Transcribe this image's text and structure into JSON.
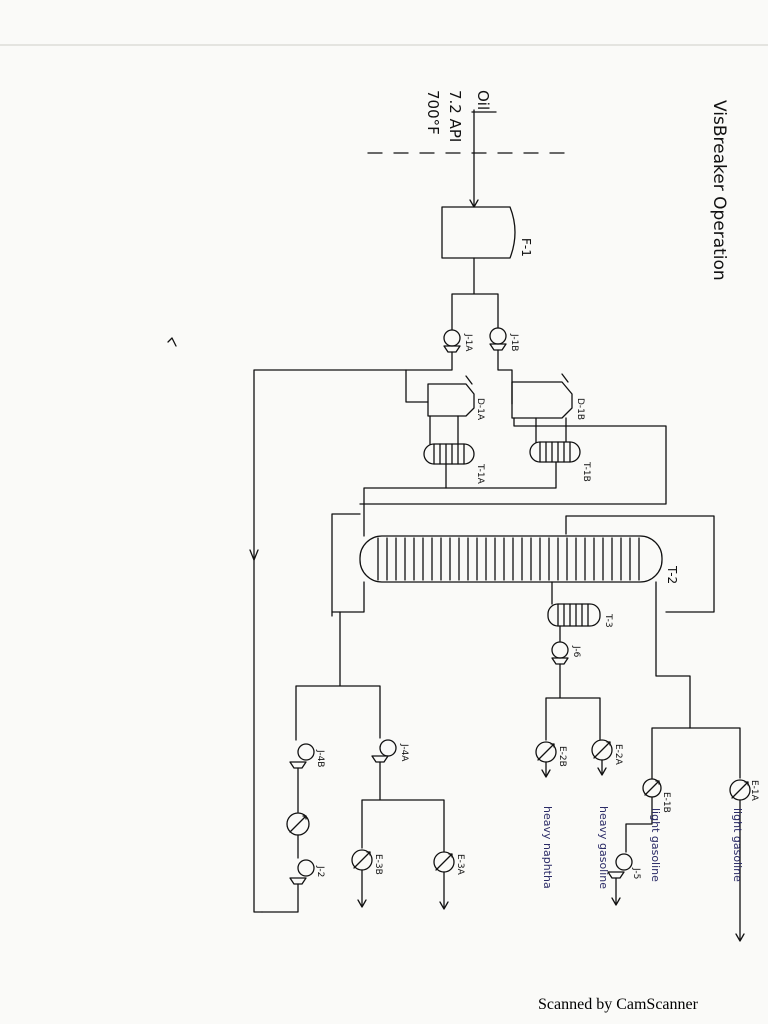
{
  "title": "VisBreaker Operation",
  "feed": {
    "line1": "Oil",
    "line2": "7.2 API",
    "line3": "700°F"
  },
  "units": {
    "furnace": "F-1",
    "pump_a": "J-1A",
    "pump_b": "J-1B",
    "drum_a": "D-1A",
    "drum_b": "D-1B",
    "tower_a": "T-1A",
    "tower_b": "T-1B",
    "fractionator": "T-2",
    "stripper": "T-3",
    "pump_6": "J-6",
    "pump_4a": "J-4A",
    "pump_4b": "J-4B",
    "pump_2": "J-2",
    "pump_5": "J-5",
    "exch_2a": "E-2A",
    "exch_2b": "E-2B",
    "exch_3a": "E-3A",
    "exch_3b": "E-3B",
    "exch_1a": "E-1A",
    "exch_1b": "E-1B"
  },
  "products": {
    "light_gasoline_1": "light gasoline",
    "light_gasoline_2": "light gasoline",
    "heavy_gasoline": "heavy gasoline",
    "heavy_naphtha": "heavy naphtha"
  },
  "footer": "Scanned by CamScanner"
}
